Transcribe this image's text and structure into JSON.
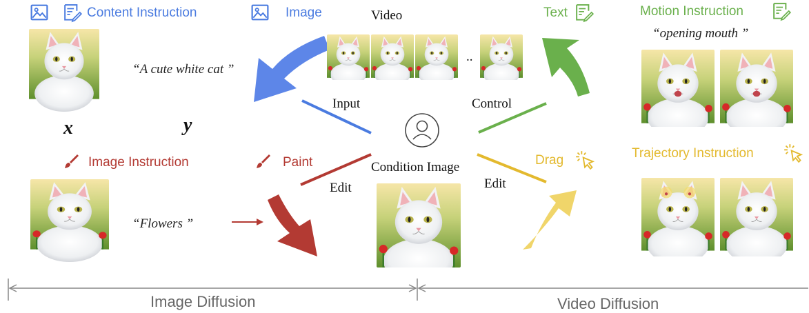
{
  "left": {
    "content_instruction": "Content Instruction",
    "cat_quote": "“A cute white cat ”",
    "x_symbol": "x",
    "y_symbol": "y",
    "image_instruction": "Image Instruction",
    "flowers_quote": "“Flowers ”"
  },
  "center": {
    "image_label": "Image",
    "video_label": "Video",
    "video_dots": "..",
    "input_label": "Input",
    "control_label": "Control",
    "paint_label": "Paint",
    "edit_left": "Edit",
    "edit_right": "Edit",
    "condition_image": "Condition Image"
  },
  "right": {
    "text_label": "Text",
    "motion_instruction": "Motion Instruction",
    "motion_quote": "“opening mouth ”",
    "drag_label": "Drag",
    "trajectory_instruction": "Trajectory Instruction"
  },
  "footer": {
    "image_diffusion": "Image Diffusion",
    "video_diffusion": "Video Diffusion"
  },
  "colors": {
    "blue": "#4a7be0",
    "red": "#b33a33",
    "green": "#6ab04c",
    "yellow": "#e3b92e"
  }
}
